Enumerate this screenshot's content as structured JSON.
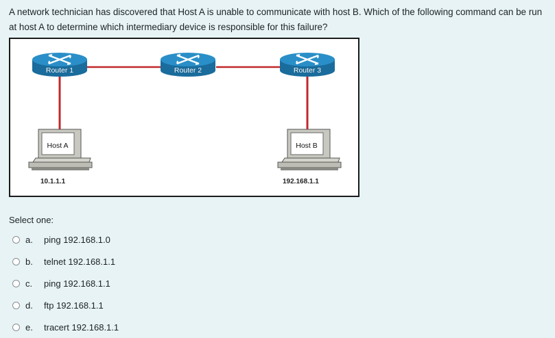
{
  "question": {
    "text": "A network technician has discovered that Host A is unable to communicate with host B. Which of the following command can be run at host A to determine which intermediary device is responsible for this failure?"
  },
  "diagram": {
    "routers": [
      {
        "label": "Router 1"
      },
      {
        "label": "Router 2"
      },
      {
        "label": "Router 3"
      }
    ],
    "hosts": [
      {
        "label": "Host A",
        "ip": "10.1.1.1"
      },
      {
        "label": "Host B",
        "ip": "192.168.1.1"
      }
    ],
    "colors": {
      "link": "#c0282b",
      "router": "#2a8fc8",
      "router_dark": "#1a6c9c",
      "border": "#1a1a1a"
    }
  },
  "answer": {
    "prompt": "Select one:",
    "options": [
      {
        "letter": "a.",
        "text": "ping 192.168.1.0"
      },
      {
        "letter": "b.",
        "text": "telnet 192.168.1.1"
      },
      {
        "letter": "c.",
        "text": "ping 192.168.1.1"
      },
      {
        "letter": "d.",
        "text": "ftp 192.168.1.1"
      },
      {
        "letter": "e.",
        "text": "tracert 192.168.1.1"
      }
    ]
  }
}
